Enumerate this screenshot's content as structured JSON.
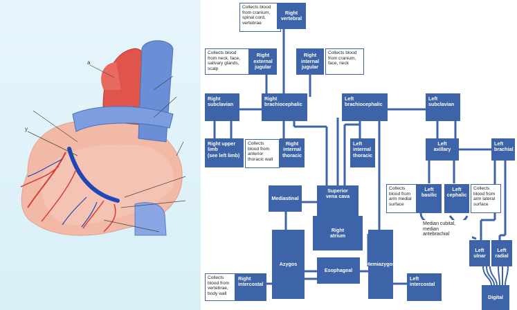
{
  "heart": {
    "label_a": "a",
    "label_y": "y"
  },
  "boxes": {
    "right_vertebral": "Right\nvertebral",
    "right_external_jugular": "Right\nexternal\njugular",
    "right_internal_jugular": "Right\ninternal\njugular",
    "right_subclavian": "Right\nsubclavian",
    "right_brachiocephalic": "Right\nbrachiocephalic",
    "left_brachiocephalic": "Left\nbrachiocephalic",
    "left_subclavian": "Left\nsubclavian",
    "right_upper_limb": "Right upper\nlimb\n(see left limb)",
    "right_internal_thoracic": "Right\ninternal\nthoracic",
    "left_internal_thoracic": "Left\ninternal\nthoracic",
    "left_axillary": "Left\naxillary",
    "left_brachial": "Left\nbrachial",
    "mediastinal": "Mediastinal",
    "superior_vena_cava": "Superior\nvena cava",
    "right_atrium": "Right\natrium",
    "left_basilic": "Left\nbasilic",
    "left_cephalic": "Left\ncephalic",
    "median_cubital": "Median cubital,\nmedian\nantebrachial",
    "left_ulnar": "Left\nulnar",
    "left_radial": "Left\nradial",
    "azygos": "Azygos",
    "esophageal": "Esophageal",
    "hemiazygos": "Hemiazygos",
    "right_intercostal": "Right\nintercostal",
    "left_intercostal": "Left\nintercostal",
    "digital": "Digital"
  },
  "notes": {
    "vertebral": "Collects blood\nfrom cranium,\nspinal cord,\nvertebrae",
    "external_jugular": "Collects blood\nfrom neck, face,\nsalivary glands,\nscalp",
    "internal_jugular": "Collects blood\nfrom cranium,\nface, neck",
    "internal_thoracic": "Collects\nblood from\nanterior\nthoracic wall",
    "basilic": "Collects\nblood from\narm medial\nsurface",
    "cephalic": "Collects\nblood from\narm lateral\nsurface",
    "intercostal": "Collects\nblood from\nvertebrae,\nbody wall"
  },
  "colors": {
    "box": "#3d63a8",
    "line": "#3d63a8",
    "vein": "#6b8fd6",
    "artery": "#d93a32"
  }
}
